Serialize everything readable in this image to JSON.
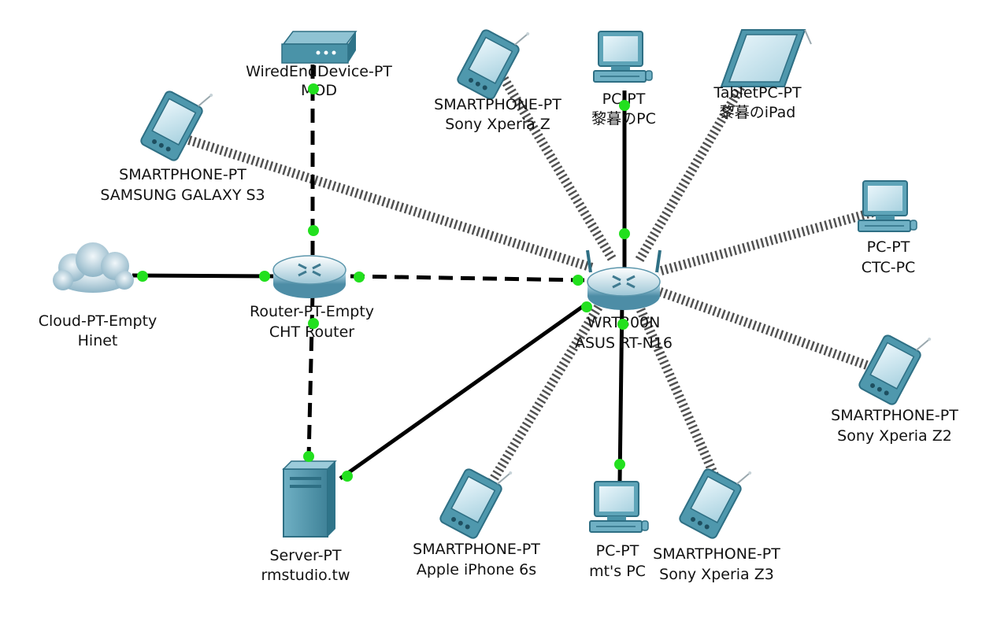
{
  "devices": {
    "mod": {
      "type": "WiredEndDevice-PT",
      "name": "MOD"
    },
    "galaxy_s3": {
      "type": "SMARTPHONE-PT",
      "name": "SAMSUNG GALAXY S3"
    },
    "hinet": {
      "type": "Cloud-PT-Empty",
      "name": "Hinet"
    },
    "cht_router": {
      "type": "Router-PT-Empty",
      "name": "CHT Router"
    },
    "server": {
      "type": "Server-PT",
      "name": "rmstudio.tw"
    },
    "xperia_z": {
      "type": "SMARTPHONE-PT",
      "name": "Sony Xperia Z"
    },
    "pc_top": {
      "type": "PC-PT",
      "name": "黎暮のPC"
    },
    "ipad": {
      "type": "TabletPC-PT",
      "name": "黎暮のiPad"
    },
    "ctc_pc": {
      "type": "PC-PT",
      "name": "CTC-PC"
    },
    "asus": {
      "type": "WRT300N",
      "name": "ASUS RT-N16"
    },
    "xperia_z2": {
      "type": "SMARTPHONE-PT",
      "name": "Sony Xperia Z2"
    },
    "xperia_z3": {
      "type": "SMARTPHONE-PT",
      "name": "Sony Xperia Z3"
    },
    "mt_pc": {
      "type": "PC-PT",
      "name": "mt's PC"
    },
    "iphone": {
      "type": "SMARTPHONE-PT",
      "name": "Apple iPhone 6s"
    }
  },
  "links": [
    {
      "from": "mod",
      "to": "cht_router",
      "style": "dashed"
    },
    {
      "from": "hinet",
      "to": "cht_router",
      "style": "solid"
    },
    {
      "from": "cht_router",
      "to": "asus",
      "style": "dashed"
    },
    {
      "from": "cht_router",
      "to": "server",
      "style": "dashed"
    },
    {
      "from": "server",
      "to": "asus",
      "style": "solid"
    },
    {
      "from": "pc_top",
      "to": "asus",
      "style": "solid"
    },
    {
      "from": "mt_pc",
      "to": "asus",
      "style": "solid"
    },
    {
      "from": "galaxy_s3",
      "to": "asus",
      "style": "wireless"
    },
    {
      "from": "xperia_z",
      "to": "asus",
      "style": "wireless"
    },
    {
      "from": "ipad",
      "to": "asus",
      "style": "wireless"
    },
    {
      "from": "ctc_pc",
      "to": "asus",
      "style": "wireless"
    },
    {
      "from": "xperia_z2",
      "to": "asus",
      "style": "wireless"
    },
    {
      "from": "xperia_z3",
      "to": "asus",
      "style": "wireless"
    },
    {
      "from": "iphone",
      "to": "asus",
      "style": "wireless"
    }
  ],
  "colors": {
    "link_endpoint": "#22e01e",
    "device_teal": "#4a93a8",
    "router_blue": "#7fb2c8"
  }
}
